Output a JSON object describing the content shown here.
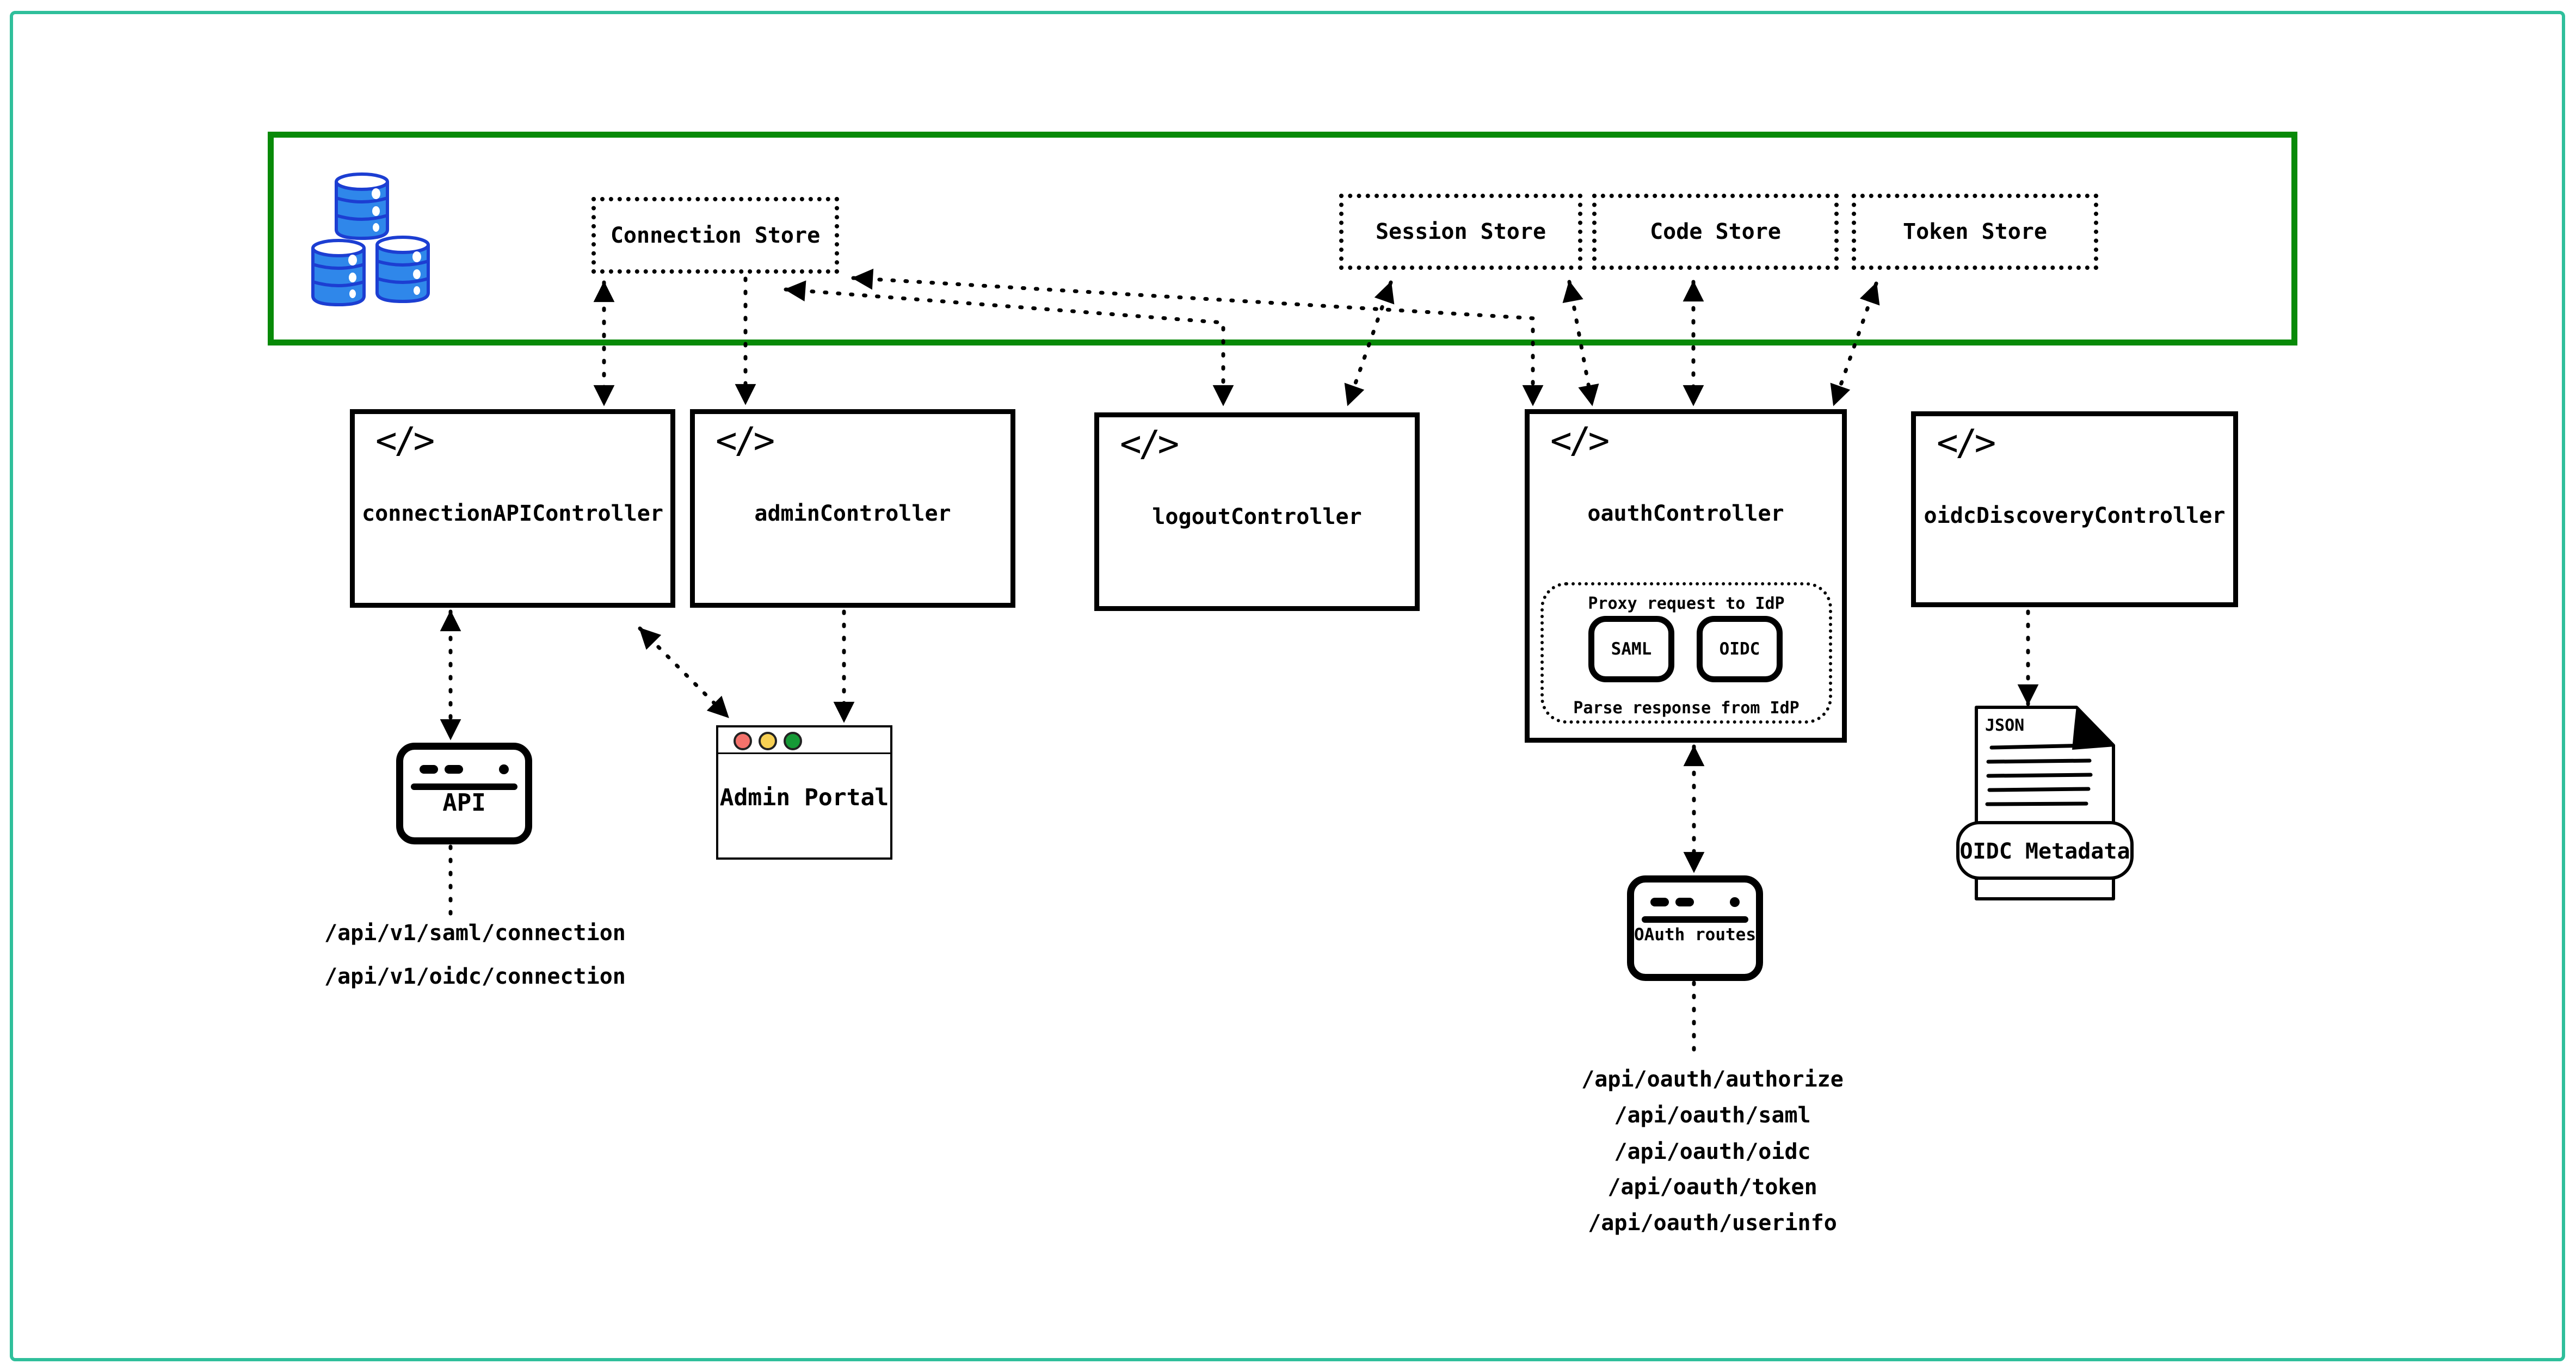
{
  "colors": {
    "frame_teal": "#2fbf9b",
    "data_layer_green": "#078a07",
    "database_blue": "#2f87ea",
    "database_outline": "#1c3ed2",
    "traffic_red": "#f4726b",
    "traffic_yellow": "#f7d053",
    "traffic_green": "#169a36"
  },
  "icons": {
    "code": "</>"
  },
  "stores": [
    {
      "label": "Connection Store"
    },
    {
      "label": "Session Store"
    },
    {
      "label": "Code Store"
    },
    {
      "label": "Token Store"
    }
  ],
  "controllers": [
    {
      "label": "connectionAPIController"
    },
    {
      "label": "adminController"
    },
    {
      "label": "logoutController"
    },
    {
      "label": "oauthController"
    },
    {
      "label": "oidcDiscoveryController"
    }
  ],
  "oauth_proxy": {
    "top": "Proxy request to IdP",
    "bottom": "Parse response from IdP",
    "protocols": [
      {
        "label": "SAML"
      },
      {
        "label": "OIDC"
      }
    ]
  },
  "clients": {
    "api_window": {
      "label": "API"
    },
    "admin_portal_window": {
      "label": "Admin Portal"
    },
    "oauth_routes_window": {
      "label": "OAuth routes"
    },
    "oidc_metadata": {
      "file_type": "JSON",
      "label": "OIDC Metadata"
    }
  },
  "api_routes": [
    {
      "path": "/api/v1/saml/connection"
    },
    {
      "path": "/api/v1/oidc/connection"
    }
  ],
  "oauth_routes": [
    {
      "path": "/api/oauth/authorize"
    },
    {
      "path": "/api/oauth/saml"
    },
    {
      "path": "/api/oauth/oidc"
    },
    {
      "path": "/api/oauth/token"
    },
    {
      "path": "/api/oauth/userinfo"
    }
  ]
}
